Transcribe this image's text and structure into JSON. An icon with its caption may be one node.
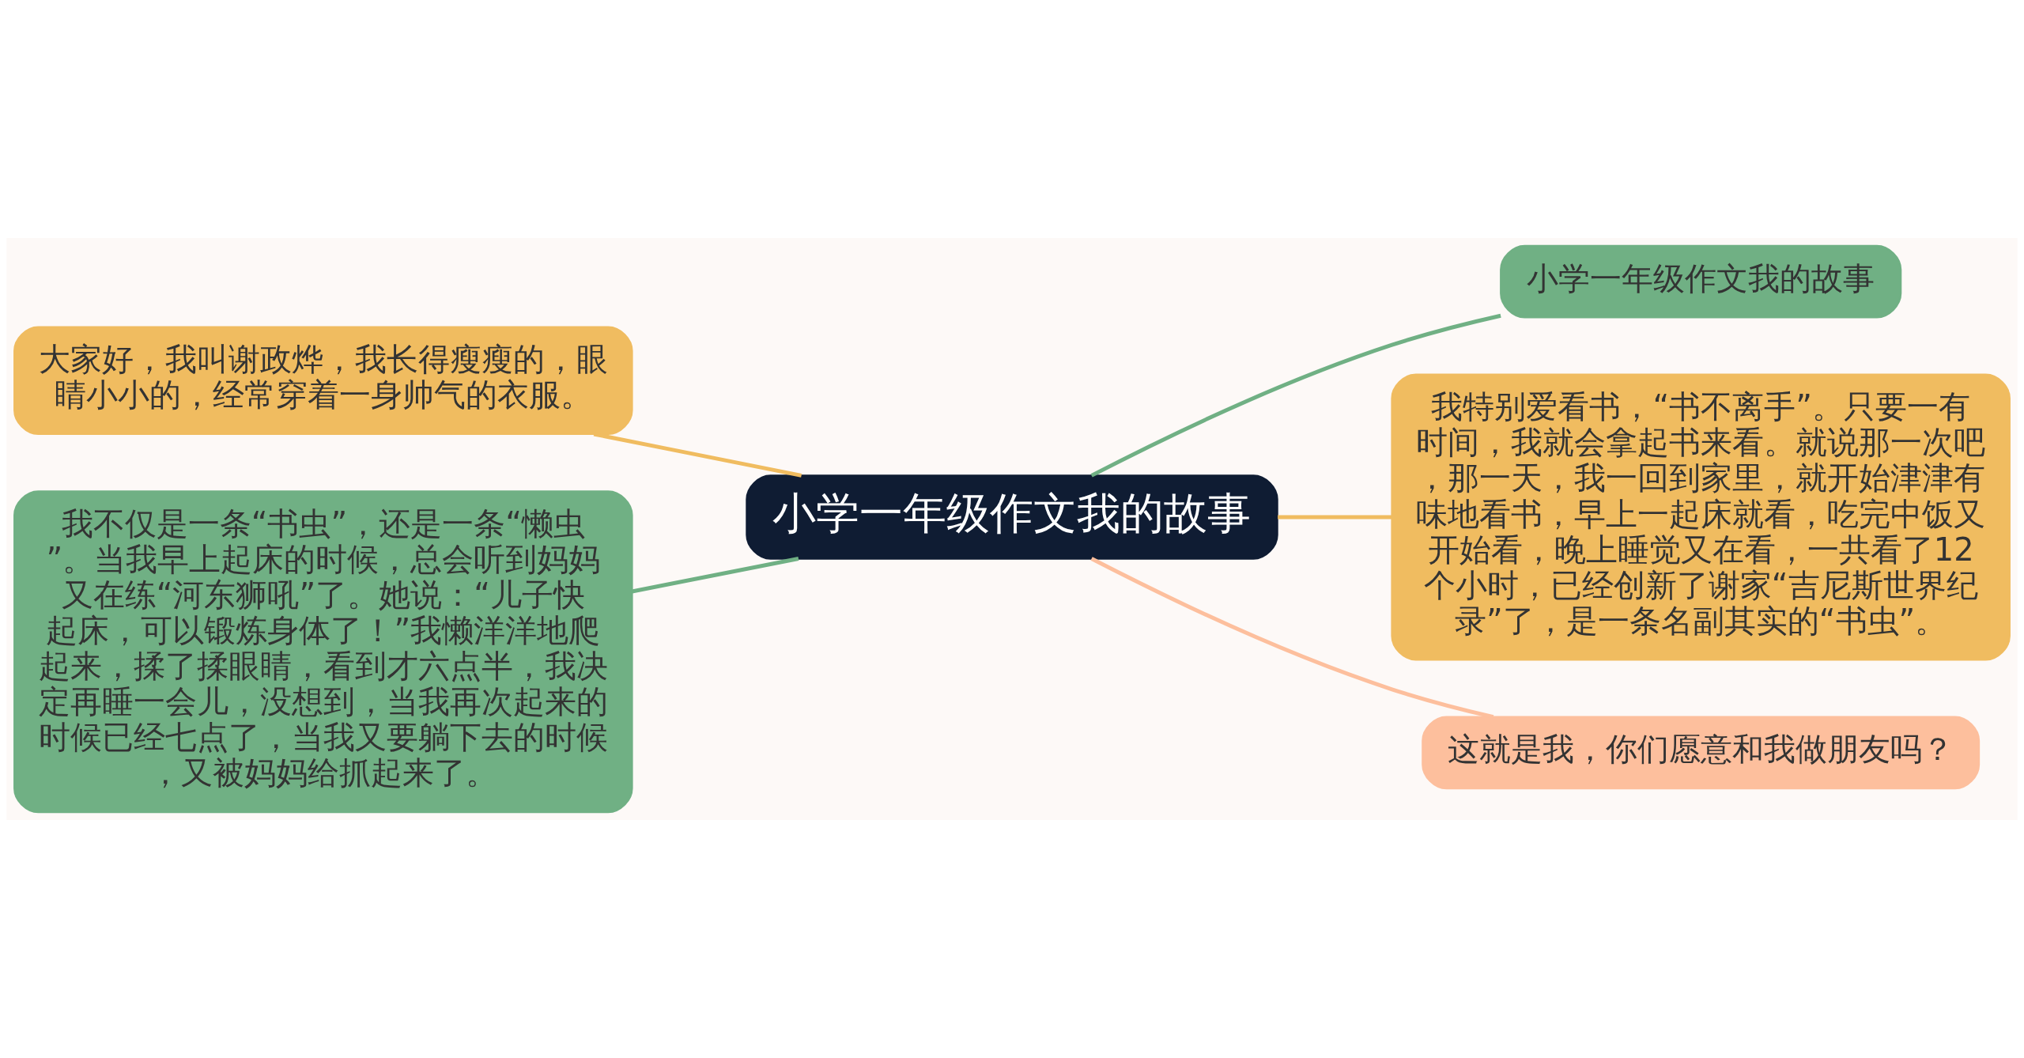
{
  "diagram": {
    "nodes": [
      {
        "text": [
          "小学一年级作文我的故事"
        ]
      },
      {
        "text": [
          "大家好，我叫谢政烨，我长得瘦瘦的，眼睛小小的，经常穿着一身帅气的衣服。"
        ]
      },
      {
        "text": [
          "我不仅是一条“书虫”，还是一条“懒虫”。当我早上起床的时候，总会听到妈妈又在练“河东狮吼”了。她说：“儿子快起床，可以锻炼身体了！”我懒洋洋地爬起来，揉了揉眼睛，看到才六点半，我决定再睡一会儿，没想到，当我再次起来的时候已经七点了，当我又要躺下去的时候，又被妈妈给抓起来了。"
        ]
      },
      {
        "text": [
          "小学一年级作文我的故事"
        ]
      },
      {
        "text": [
          "我特别爱看书，“书不离手”。只要一有时间，我就会拿起书来看。就说那一次吧，那一天，我一回到家里，就开始津津有味地看书，早上一起床就看，吃完中饭又开始看，晚上睡觉又在看，一共看了12个小时，已经创新了谢家“吉尼斯世界纪录”了，是一条名副其实的“书虫”。"
        ]
      },
      {
        "text": [
          "这就是我，你们愿意和我做朋友吗？"
        ]
      }
    ],
    "edges": [
      {
        "from": 0,
        "to": 1,
        "arrow": "none",
        "color": "#f0bc60"
      },
      {
        "from": 0,
        "to": 2,
        "arrow": "none",
        "color": "#70b084"
      },
      {
        "from": 0,
        "to": 3,
        "arrow": "none",
        "color": "#70b084"
      },
      {
        "from": 0,
        "to": 4,
        "arrow": "none",
        "color": "#f0bc60"
      },
      {
        "from": 0,
        "to": 5,
        "arrow": "none",
        "color": "#fdbf9d"
      }
    ]
  }
}
